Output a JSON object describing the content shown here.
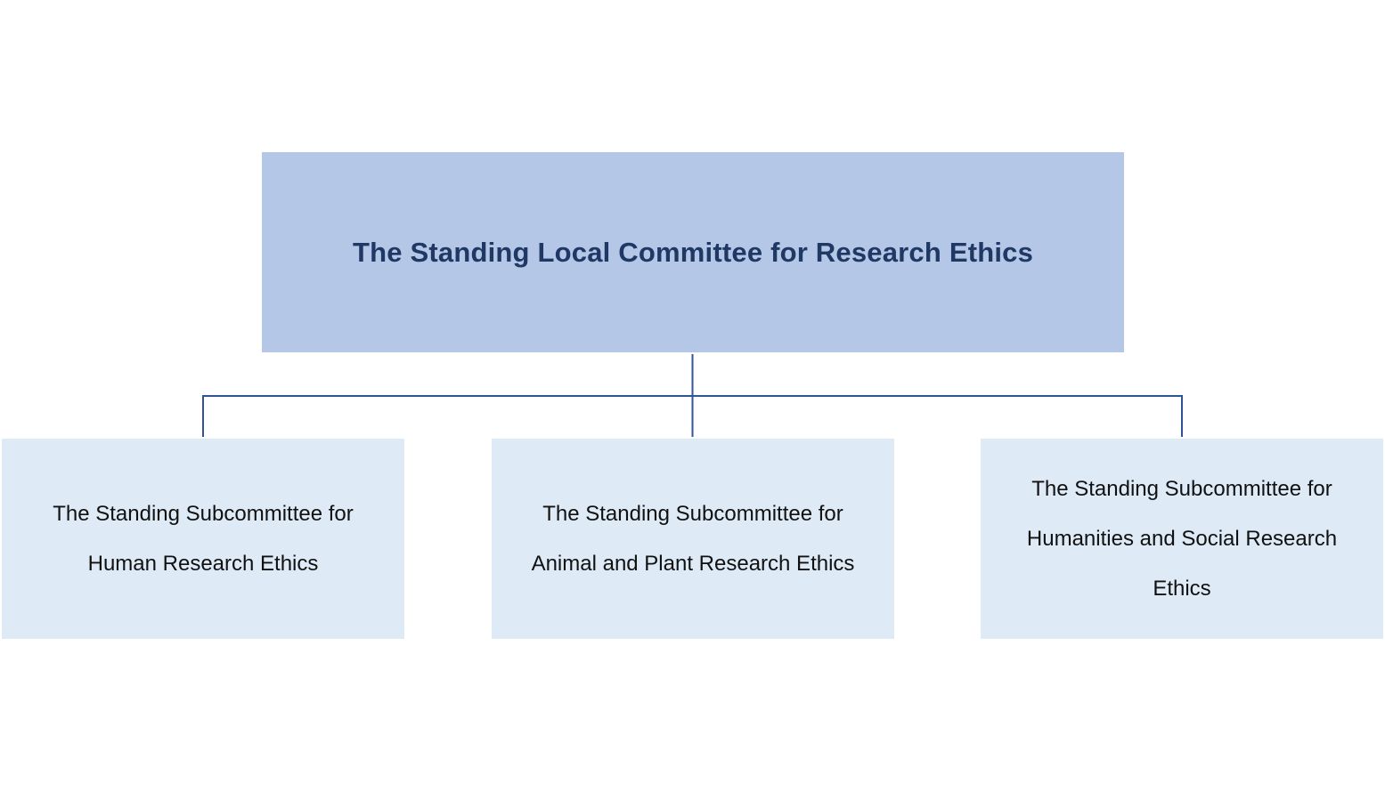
{
  "colors": {
    "root_fill": "#b4c7e7",
    "root_text": "#1f3864",
    "child_fill": "#deebf7",
    "connector": "#2f5597"
  },
  "root": {
    "label": "The Standing Local Committee for Research Ethics"
  },
  "children": [
    {
      "label": "The Standing Subcommittee for Human Research Ethics"
    },
    {
      "label": "The Standing Subcommittee for Animal and Plant Research Ethics"
    },
    {
      "label": "The Standing Subcommittee for Humanities and Social Research Ethics"
    }
  ]
}
